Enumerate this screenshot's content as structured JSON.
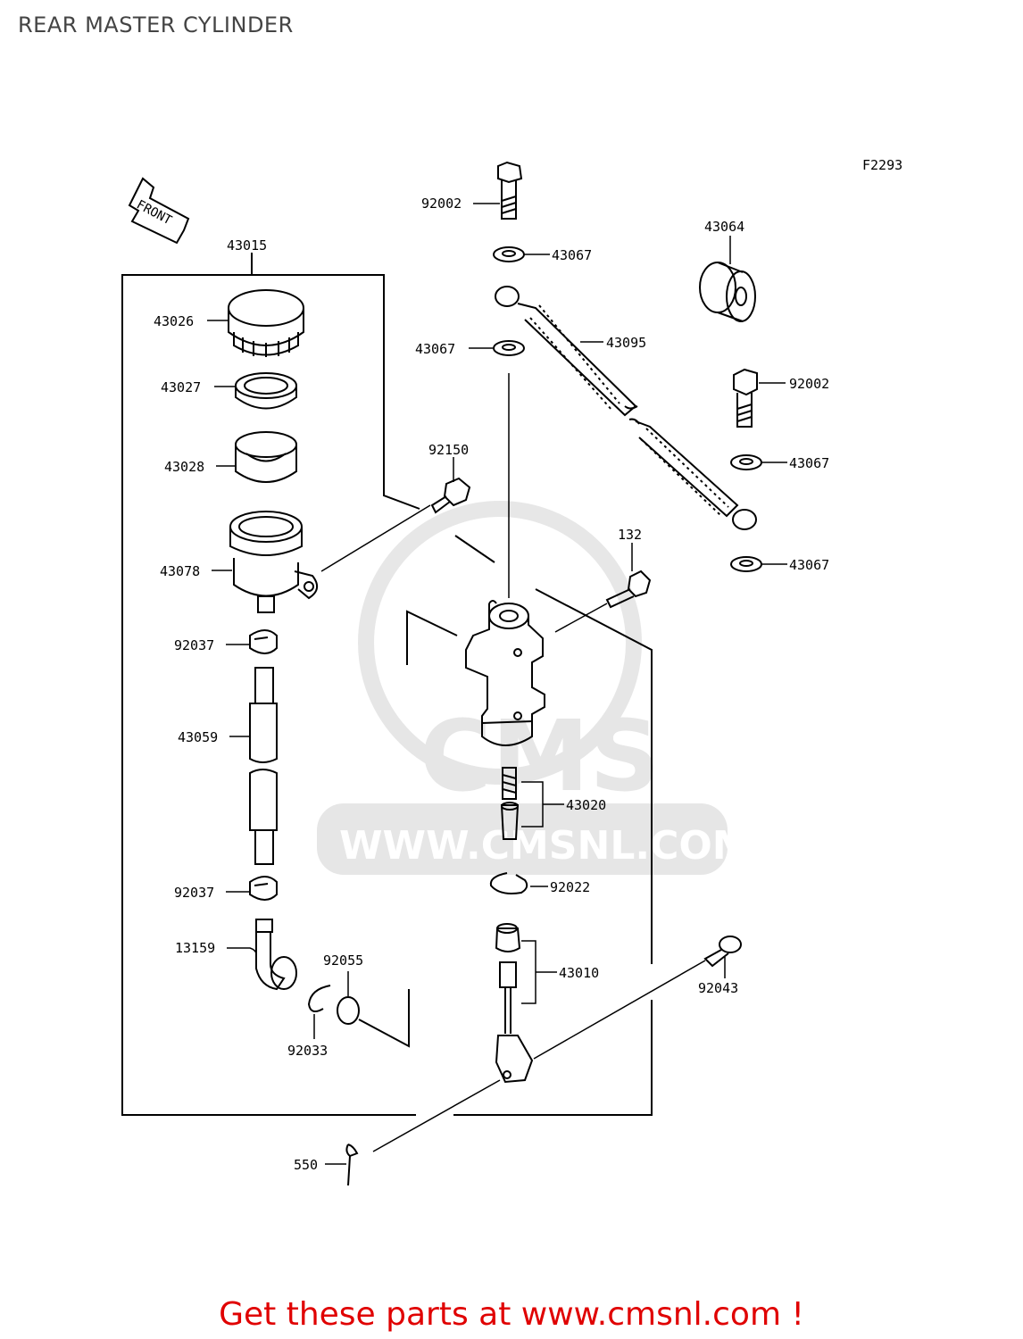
{
  "title": "REAR MASTER CYLINDER",
  "figure_code": "F2293",
  "front_label": "FRONT",
  "watermark": {
    "text": "WWW.CMSNL.COM",
    "logo": "CMS"
  },
  "parts": {
    "p43015": "43015",
    "p43026": "43026",
    "p43027": "43027",
    "p43028": "43028",
    "p43078": "43078",
    "p92037a": "92037",
    "p43059": "43059",
    "p92037b": "92037",
    "p13159": "13159",
    "p92055": "92055",
    "p92033": "92033",
    "p550": "550",
    "p92002a": "92002",
    "p43067a": "43067",
    "p43067b": "43067",
    "p43095": "43095",
    "p43064": "43064",
    "p92002b": "92002",
    "p43067c": "43067",
    "p43067d": "43067",
    "p92150": "92150",
    "p132": "132",
    "p43020": "43020",
    "p92022": "92022",
    "p43010": "43010",
    "p92043": "92043"
  },
  "footer": "Get these parts at www.cmsnl.com !"
}
